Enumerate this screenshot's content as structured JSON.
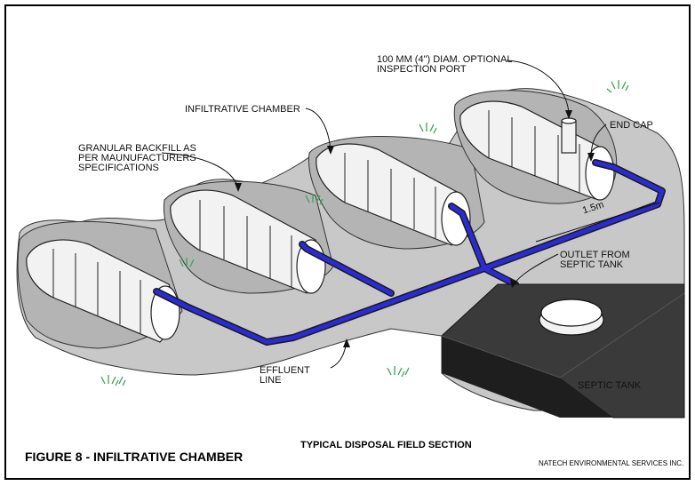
{
  "figure": {
    "title": "FIGURE 8 - INFILTRATIVE CHAMBER",
    "subtitle": "TYPICAL DISPOSAL FIELD SECTION",
    "credit": "NATECH ENVIRONMENTAL SERVICES INC."
  },
  "labels": {
    "inspection_port": [
      "100 MM (4\") DIAM. OPTIONAL",
      "INSPECTION PORT"
    ],
    "infiltrative_chamber": "INFILTRATIVE CHAMBER",
    "end_cap": "END CAP",
    "granular_backfill": [
      "GRANULAR BACKFILL AS",
      "PER MAUNUFACTURERS",
      "SPECIFICATIONS"
    ],
    "spacing": "1.5m",
    "outlet": [
      "OUTLET FROM",
      "SEPTIC TANK"
    ],
    "effluent_line": [
      "EFFLUENT",
      "LINE"
    ],
    "septic_tank": "SEPTIC TANK"
  },
  "colors": {
    "ground": "#c8c8c8",
    "pipe": "#2b2bd6",
    "chamber": "#f2f2f2",
    "tank": "#333333",
    "grass": "#3aa35a"
  }
}
